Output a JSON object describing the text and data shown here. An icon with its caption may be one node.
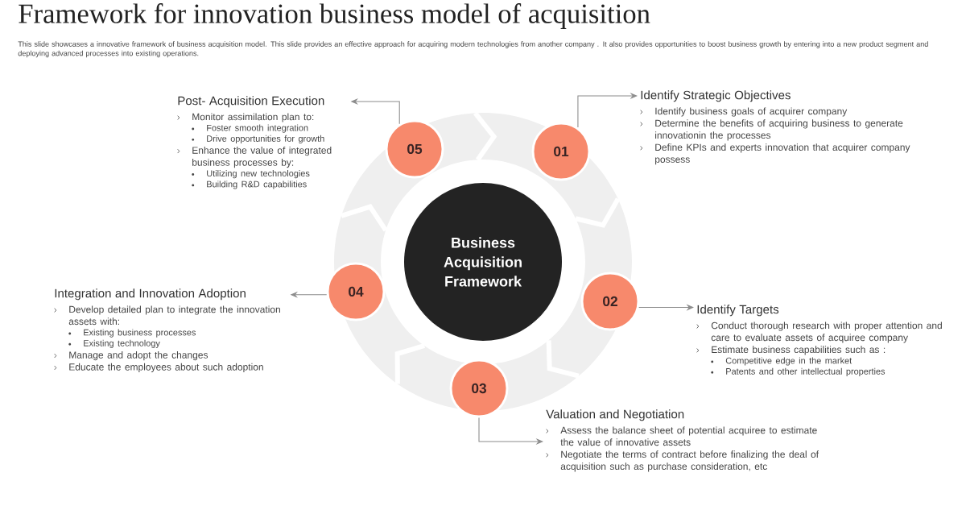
{
  "diagram": {
    "title": "Framework for innovation business model of acquisition",
    "caption": "This slide showcases a innovative framework of business acquisition model. This slide provides an effective approach for acquiring modern technologies from another company . It also provides opportunities to boost business growth by entering into a new product segment and deploying advanced processes into existing operations.",
    "nodes": [
      {
        "text": [
          "Business Acquisition Framework"
        ]
      },
      {
        "text": [
          "01"
        ]
      },
      {
        "text": [
          "02"
        ]
      },
      {
        "text": [
          "03"
        ]
      },
      {
        "text": [
          "04"
        ]
      },
      {
        "text": [
          "05"
        ]
      },
      {
        "text": [
          "Identify Strategic Objectives",
          "Identify business goals of acquirer company",
          "Determine the benefits of acquiring business to generate innovationin the processes",
          "Define KPIs and experts innovation that acquirer company possess"
        ]
      },
      {
        "text": [
          "Identify Targets",
          "Conduct thorough research with proper attention and care to evaluate assets of acquiree company",
          "Estimate business capabilities such as :",
          "Competitive edge in the market",
          "Patents and other intellectual properties"
        ]
      },
      {
        "text": [
          "Valuation and Negotiation",
          "Assess the balance sheet of potential acquiree to estimate the value of innovative assets",
          "Negotiate the terms of contract before finalizing the deal of acquisition such as purchase consideration, etc"
        ]
      },
      {
        "text": [
          "Integration and Innovation Adoption",
          "Develop detailed plan to integrate the innovation assets with:",
          "Existing business processes",
          "Existing technology",
          "Manage and adopt the changes",
          "Educate the employees about such adoption"
        ]
      },
      {
        "text": [
          "Post- Acquisition Execution",
          "Monitor assimilation plan to:",
          "Foster smooth integration",
          "Drive opportunities for growth",
          "Enhance the value of integrated business processes by:",
          "Utilizing new technologies",
          "Building R&D capabilities"
        ]
      }
    ],
    "edges": [
      {
        "from": 1,
        "to": 6,
        "arrow": "to"
      },
      {
        "from": 2,
        "to": 7,
        "arrow": "to"
      },
      {
        "from": 3,
        "to": 8,
        "arrow": "to"
      },
      {
        "from": 4,
        "to": 9,
        "arrow": "to"
      },
      {
        "from": 5,
        "to": 10,
        "arrow": "to"
      }
    ]
  }
}
